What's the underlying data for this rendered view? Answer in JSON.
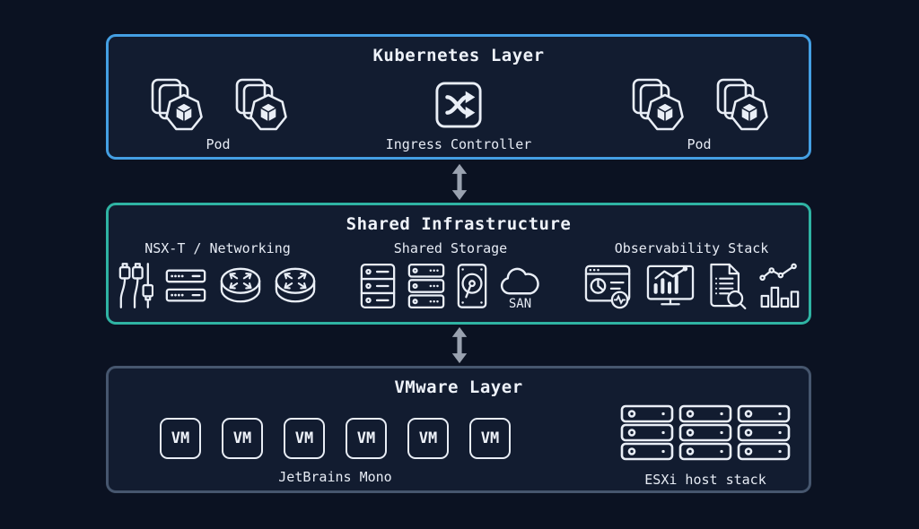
{
  "colors": {
    "background": "#0b1222",
    "panel_fill": "#121c30",
    "kubernetes_border": "#449fe3",
    "shared_border": "#2fb3a3",
    "vmware_border": "#46566e",
    "icon_stroke": "#e9eef6",
    "arrow": "#9aa2b0"
  },
  "kubernetes": {
    "title": "Kubernetes Layer",
    "left_pod_label": "Pod",
    "ingress_label": "Ingress Controller",
    "right_pod_label": "Pod",
    "icons": [
      "pod-icon",
      "pod-icon",
      "ingress-shuffle-icon",
      "pod-icon",
      "pod-icon"
    ]
  },
  "shared": {
    "title": "Shared Infrastructure",
    "networking_label": "NSX-T / Networking",
    "networking_icons": [
      "network-cables-icon",
      "network-switch-icon",
      "router-icon",
      "router-icon"
    ],
    "storage_label": "Shared Storage",
    "storage_icons": [
      "server-rack-icon",
      "server-stack-icon",
      "hard-disk-icon",
      "cloud-icon"
    ],
    "san_label": "SAN",
    "observability_label": "Observability Stack",
    "observability_icons": [
      "dashboard-icon",
      "monitor-chart-icon",
      "log-search-icon",
      "metrics-chart-icon"
    ]
  },
  "vmware": {
    "title": "VMware Layer",
    "vm_label": "VM",
    "vm_count": 6,
    "vm_caption": "JetBrains Mono",
    "esxi_stack_count": 3,
    "esxi_caption": "ESXi host stack"
  }
}
